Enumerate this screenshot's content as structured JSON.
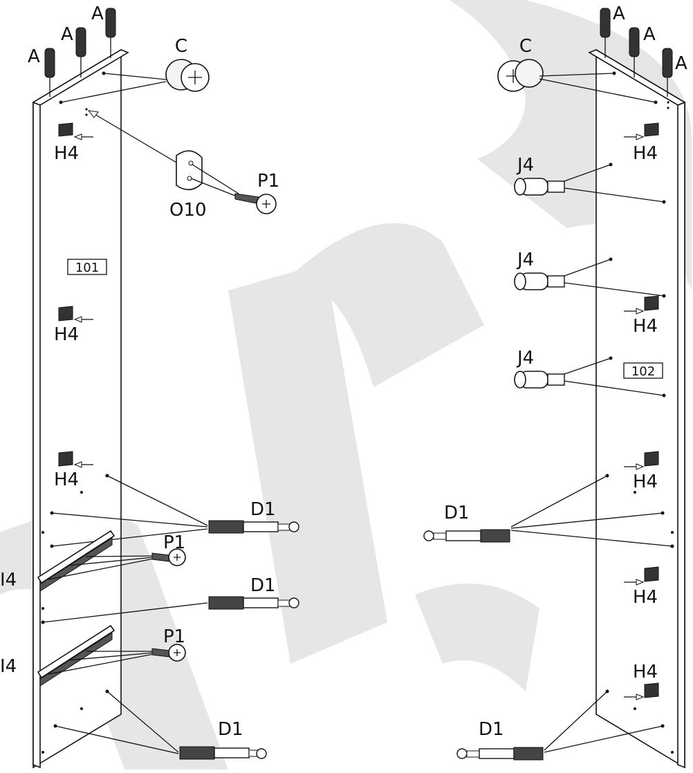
{
  "diagram": {
    "panels": [
      {
        "id": "left",
        "label": "101"
      },
      {
        "id": "right",
        "label": "102"
      }
    ],
    "labels": {
      "dowel": "A",
      "cam_lock": "C",
      "hinge_plate": "H4",
      "bracket": "O10",
      "screw": "P1",
      "shelf_pin": "J4",
      "cam_bolt": "D1",
      "drawer_runner": "I4"
    },
    "colors": {
      "line": "#111111",
      "watermark": "#e6e6e6",
      "background": "#ffffff"
    }
  }
}
